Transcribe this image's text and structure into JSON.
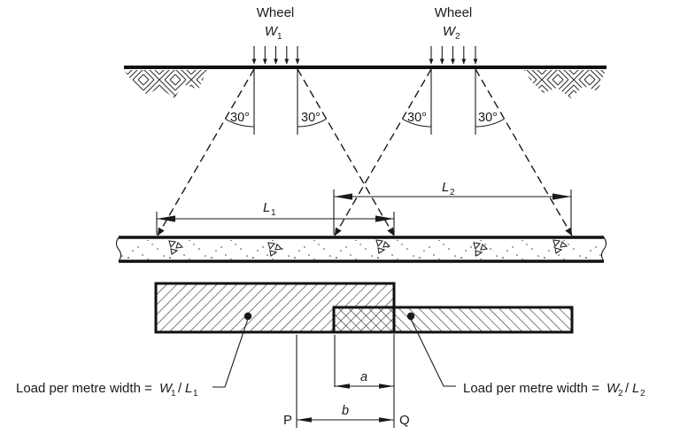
{
  "wheels": [
    {
      "label": "Wheel",
      "symbol": "W",
      "subscript": "1"
    },
    {
      "label": "Wheel",
      "symbol": "W",
      "subscript": "2"
    }
  ],
  "angles": [
    "30°",
    "30°",
    "30°",
    "30°"
  ],
  "span_dims": [
    {
      "symbol": "L",
      "subscript": "1"
    },
    {
      "symbol": "L",
      "subscript": "2"
    }
  ],
  "load_labels": [
    {
      "prefix": "Load per metre width =",
      "num": "W",
      "num_sub": "1",
      "slash": "/",
      "den": "L",
      "den_sub": "1"
    },
    {
      "prefix": "Load per metre width =",
      "num": "W",
      "num_sub": "2",
      "slash": "/",
      "den": "L",
      "den_sub": "2"
    }
  ],
  "dims": {
    "a": "a",
    "b": "b"
  },
  "points": {
    "p": "P",
    "q": "Q"
  },
  "colors": {
    "ink": "#1a1a1a",
    "paper": "#ffffff"
  }
}
